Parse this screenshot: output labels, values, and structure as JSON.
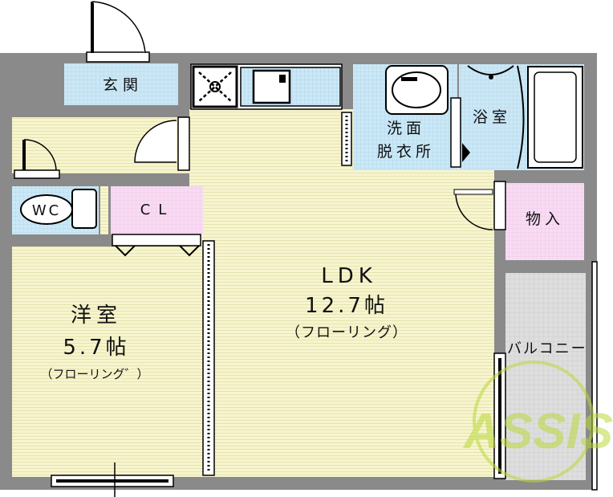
{
  "rooms": {
    "entrance": "玄関",
    "wc": "WC",
    "closet": "CL",
    "bath": "浴室",
    "washroom_line1": "洗面",
    "washroom_line2": "脱衣所",
    "storage": "物入",
    "ldk_name": "LDK",
    "ldk_size": "12.7帖",
    "ldk_floor": "（フローリング）",
    "western_name": "洋室",
    "western_size": "5.7帖",
    "western_floor": "（フローリング゛）",
    "balcony": "バルコニー"
  },
  "watermark": "ASSIST",
  "colors": {
    "floor_wood": "#f7f5cf",
    "tile_blue": "#cbe8f6",
    "closet_pink": "#f8dcf3",
    "balcony_gray": "#dedede",
    "wall": "#777777",
    "watermark_green": "#b9d93a"
  }
}
